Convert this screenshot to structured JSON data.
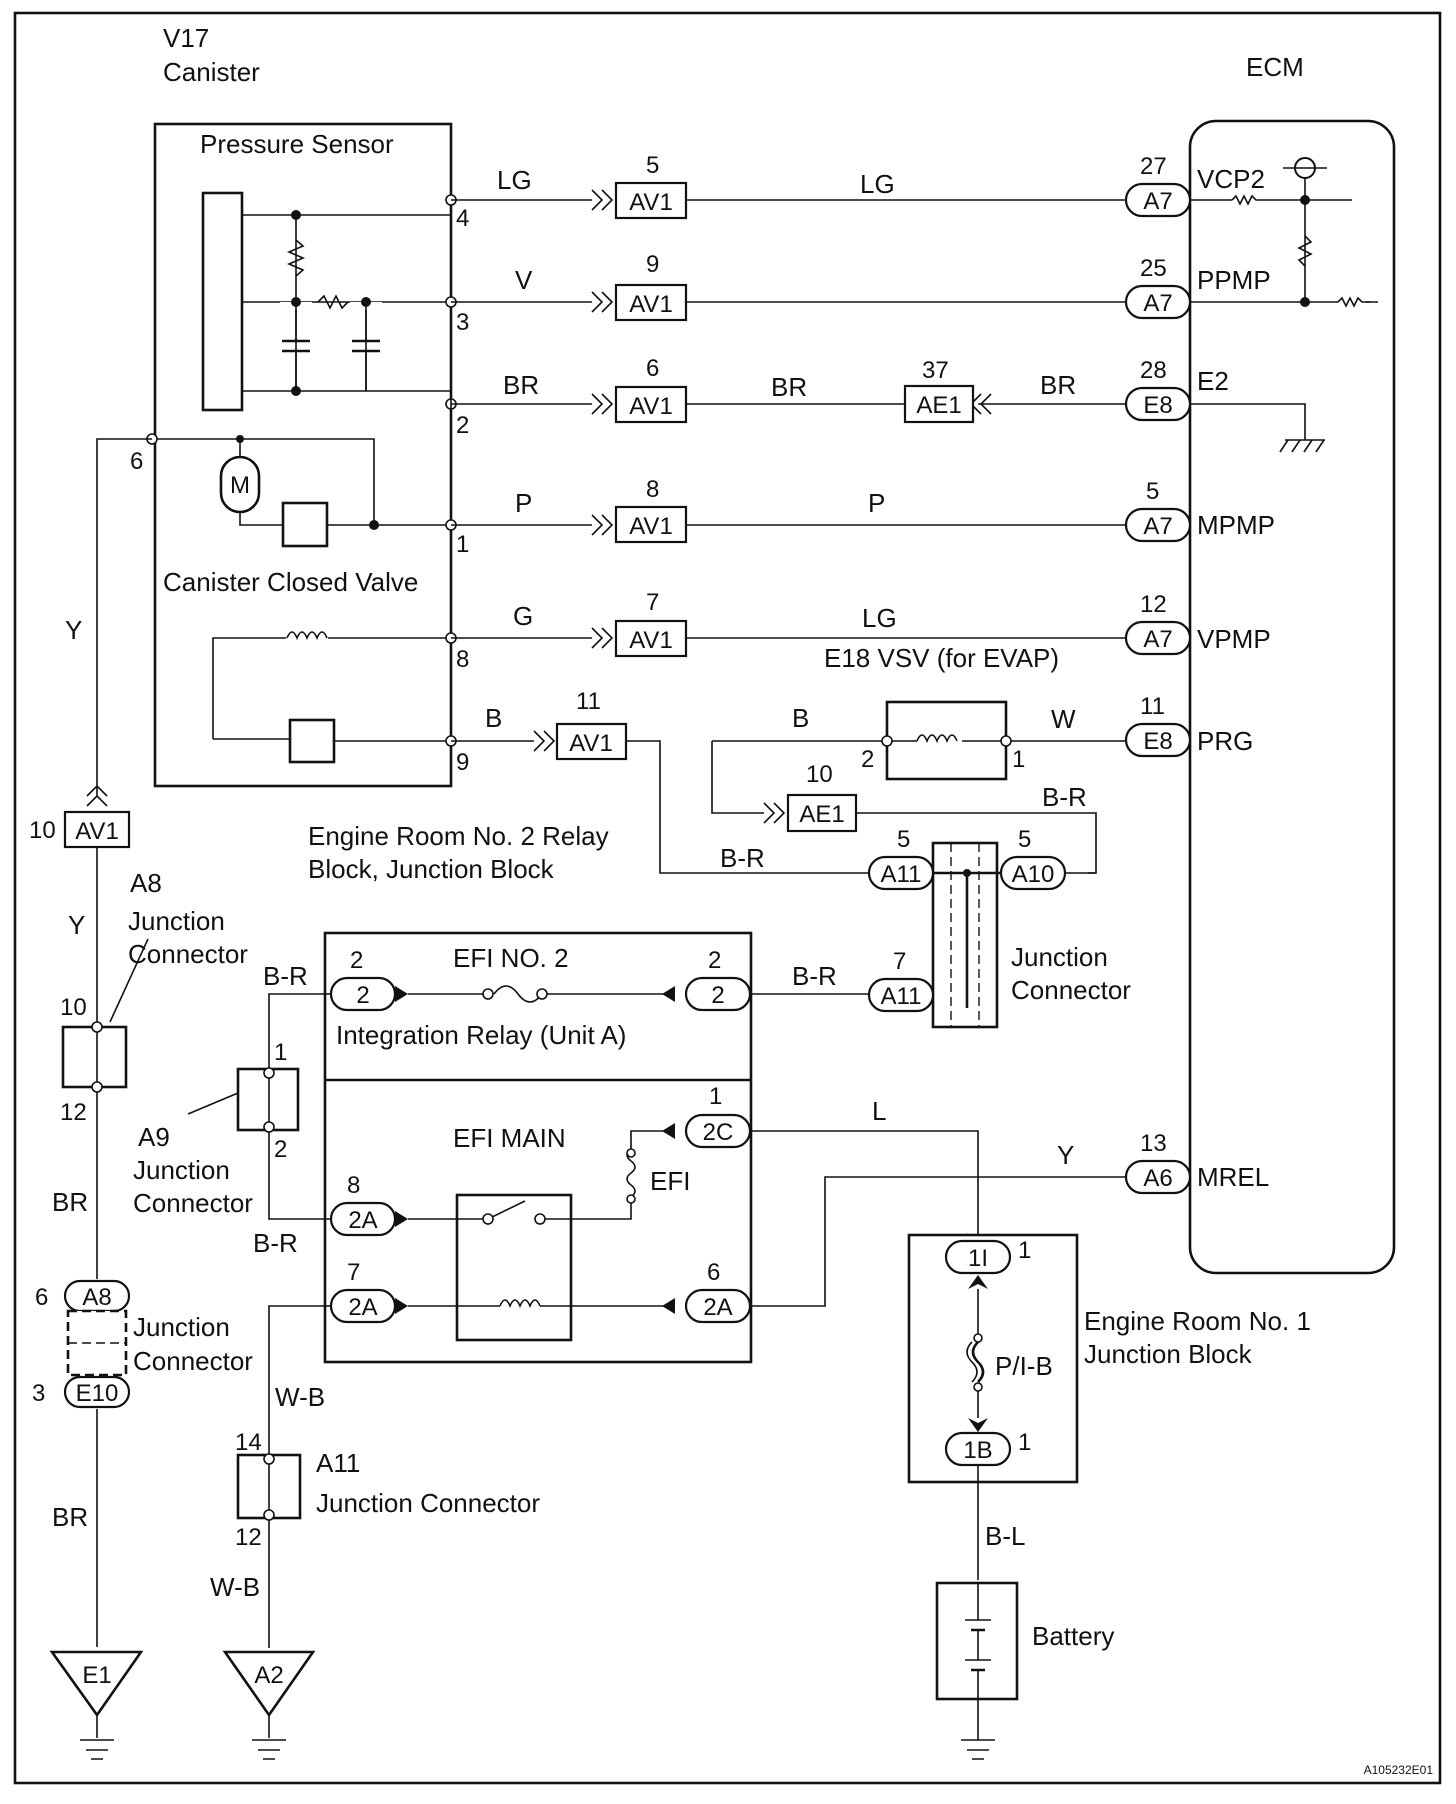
{
  "canister": {
    "code": "V17",
    "name": "Canister",
    "pressure_sensor": "Pressure Sensor",
    "closed_valve": "Canister Closed Valve",
    "motor": "M"
  },
  "ecm": {
    "title": "ECM"
  },
  "pins": {
    "c4": "4",
    "c3": "3",
    "c2": "2",
    "c1": "1",
    "c8": "8",
    "c9": "9",
    "c6": "6",
    "av1_5": "5",
    "av1_9": "9",
    "av1_6": "6",
    "av1_8": "8",
    "av1_7": "7",
    "av1_11": "11",
    "av1_10": "10",
    "ae1_37": "37",
    "ae1_10": "10",
    "e_27": "27",
    "e_25": "25",
    "e_28": "28",
    "e_5": "5",
    "e_12": "12",
    "e_11": "11",
    "e_13": "13",
    "vsv_2": "2",
    "vsv_1": "1",
    "a11_5": "5",
    "a10_5": "5",
    "a11_7": "7",
    "ir_2l": "2",
    "ir_2r": "2",
    "ir_1": "1",
    "ir_8": "8",
    "ir_7": "7",
    "ir_6": "6",
    "a8_10": "10",
    "a8_12": "12",
    "a9_1": "1",
    "a9_2": "2",
    "jc_6": "6",
    "jc_3": "3",
    "a11b_14": "14",
    "a11b_12": "12",
    "fb_1i": "1",
    "fb_1b": "1"
  },
  "wires": {
    "lg1": "LG",
    "lg2": "LG",
    "v": "V",
    "br1": "BR",
    "br2": "BR",
    "br3": "BR",
    "p1": "P",
    "p2": "P",
    "g": "G",
    "lg3": "LG",
    "b1": "B",
    "b2": "B",
    "w": "W",
    "br_r1": "B-R",
    "br_r2": "B-R",
    "br_r3": "B-R",
    "br_r4": "B-R",
    "br_r5": "B-R",
    "y1": "Y",
    "y2": "Y",
    "y3": "Y",
    "br4": "BR",
    "br5": "BR",
    "l": "L",
    "wb1": "W-B",
    "wb2": "W-B",
    "bl": "B-L"
  },
  "connectors": {
    "av1": "AV1",
    "ae1": "AE1",
    "a7": "A7",
    "e8": "E8",
    "a6": "A6",
    "a11": "A11",
    "a10": "A10",
    "a8": "A8",
    "e10": "E10",
    "c2": "2",
    "c2c": "2C",
    "c2a": "2A",
    "c1i": "1I",
    "c1b": "1B"
  },
  "ecm_terminals": [
    "VCP2",
    "PPMP",
    "E2",
    "MPMP",
    "VPMP",
    "PRG",
    "MREL"
  ],
  "labels": {
    "vsv": "E18 VSV (for EVAP)",
    "er2_line1": "Engine Room No. 2 Relay",
    "er2_line2": "Block, Junction Block",
    "jc_line1": "Junction",
    "jc_line2": "Connector",
    "efi_no2": "EFI NO. 2",
    "int_relay": "Integration Relay (Unit A)",
    "efi_main": "EFI MAIN",
    "efi": "EFI",
    "a8_code": "A8",
    "a9_code": "A9",
    "a11_code": "A11",
    "junction": "Junction",
    "connector": "Connector",
    "junction_connector": "Junction Connector",
    "er1_line1": "Engine Room No. 1",
    "er1_line2": "Junction Block",
    "pib": "P/I-B",
    "battery": "Battery"
  },
  "grounds": {
    "e1": "E1",
    "a2": "A2"
  },
  "figure_id": "A105232E01"
}
